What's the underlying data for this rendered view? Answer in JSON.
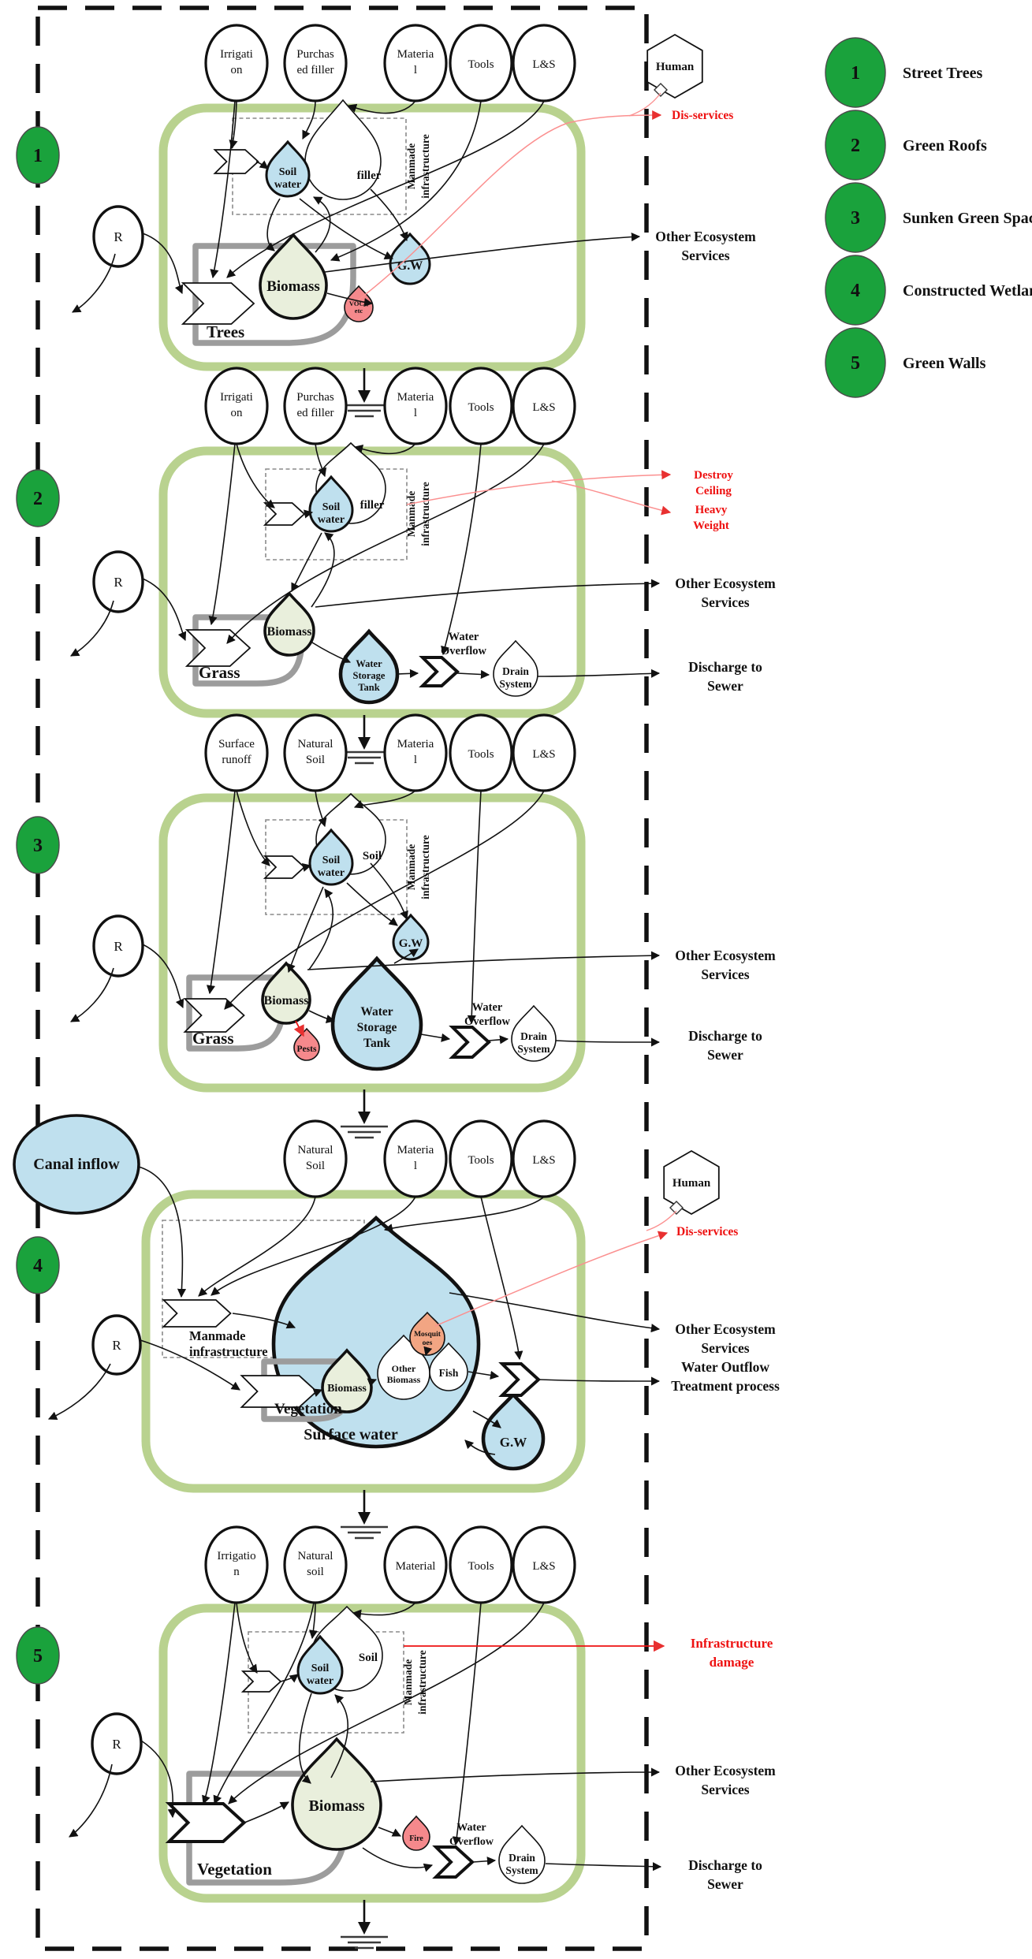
{
  "colors": {
    "green_box": "#b9d28f",
    "legend_green": "#1aa23c",
    "storage_blue": "#bfe0ee",
    "biomass_green": "#e9efdc",
    "disservice_red": "#f5898c",
    "mosquito_orange": "#f2a583",
    "warning_red": "#ee1111",
    "pink_line": "#fb9090",
    "gray_box": "#9c9c9c"
  },
  "legend": {
    "items": [
      {
        "num": "1",
        "label": "Street Trees"
      },
      {
        "num": "2",
        "label": "Green Roofs"
      },
      {
        "num": "3",
        "label": "Sunken Green Spaces"
      },
      {
        "num": "4",
        "label": "Constructed Wetland"
      },
      {
        "num": "5",
        "label": "Green Walls"
      }
    ]
  },
  "s1": {
    "num": "1",
    "src1a": "Irrigati",
    "src1b": "on",
    "src2a": "Purchas",
    "src2b": "ed filler",
    "src3a": "Materia",
    "src3b": "l",
    "src4": "Tools",
    "src5": "L&S",
    "r": "R",
    "soilwater_a": "Soil",
    "soilwater_b": "water",
    "filler": "filler",
    "manmade_a": "Manmade",
    "manmade_b": "infrastructure",
    "gw": "G.W",
    "biomass": "Biomass",
    "box": "Trees",
    "vocs_a": "VOCs,",
    "vocs_b": "etc",
    "human": "Human",
    "disservices": "Dis-services",
    "oes_a": "Other Ecosystem",
    "oes_b": "Services"
  },
  "s2": {
    "num": "2",
    "src1a": "Irrigati",
    "src1b": "on",
    "src2a": "Purchas",
    "src2b": "ed filler",
    "src3a": "Materia",
    "src3b": "l",
    "src4": "Tools",
    "src5": "L&S",
    "r": "R",
    "soilwater_a": "Soil",
    "soilwater_b": "water",
    "filler": "filler",
    "manmade_a": "Manmade",
    "manmade_b": "infrastructure",
    "biomass": "Biomass",
    "box": "Grass",
    "wst_a": "Water",
    "wst_b": "Storage",
    "wst_c": "Tank",
    "ovf_a": "Water",
    "ovf_b": "Overflow",
    "drain_a": "Drain",
    "drain_b": "System",
    "red1a": "Destroy",
    "red1b": "Ceiling",
    "red2a": "Heavy",
    "red2b": "Weight",
    "oes_a": "Other Ecosystem",
    "oes_b": "Services",
    "dis_a": "Discharge to",
    "dis_b": "Sewer"
  },
  "s3": {
    "num": "3",
    "src1a": "Surface",
    "src1b": "runoff",
    "src2a": "Natural",
    "src2b": "Soil",
    "src3a": "Materia",
    "src3b": "l",
    "src4": "Tools",
    "src5": "L&S",
    "r": "R",
    "soilwater_a": "Soil",
    "soilwater_b": "water",
    "soil": "Soil",
    "manmade_a": "Manmade",
    "manmade_b": "infrastructure",
    "gw": "G.W",
    "biomass": "Biomass",
    "box": "Grass",
    "pests": "Pests",
    "wst_a": "Water",
    "wst_b": "Storage",
    "wst_c": "Tank",
    "ovf_a": "Water",
    "ovf_b": "Overflow",
    "drain_a": "Drain",
    "drain_b": "System",
    "oes_a": "Other Ecosystem",
    "oes_b": "Services",
    "dis_a": "Discharge to",
    "dis_b": "Sewer"
  },
  "s4": {
    "num": "4",
    "canal": "Canal inflow",
    "src2a": "Natural",
    "src2b": "Soil",
    "src3a": "Materia",
    "src3b": "l",
    "src4": "Tools",
    "src5": "L&S",
    "r": "R",
    "manmade_a": "Manmade",
    "manmade_b": "infrastructure",
    "biomass": "Biomass",
    "box": "Vegetation",
    "sw": "Surface water",
    "ob_a": "Other",
    "ob_b": "Biomass",
    "fish": "Fish",
    "mosq_a": "Mosquit",
    "mosq_b": "oes",
    "gw": "G.W",
    "human": "Human",
    "disservices": "Dis-services",
    "oes_a": "Other Ecosystem",
    "oes_b": "Services",
    "outflow": "Water Outflow",
    "treatment": "Treatment process"
  },
  "s5": {
    "num": "5",
    "src1a": "Irrigatio",
    "src1b": "n",
    "src2a": "Natural",
    "src2b": "soil",
    "src3": "Material",
    "src4": "Tools",
    "src5": "L&S",
    "r": "R",
    "soilwater_a": "Soil",
    "soilwater_b": "water",
    "soil": "Soil",
    "manmade_a": "Manmade",
    "manmade_b": "infrastructure",
    "biomass": "Biomass",
    "box": "Vegetation",
    "fire": "Fire",
    "ovf_a": "Water",
    "ovf_b": "Overflow",
    "drain_a": "Drain",
    "drain_b": "System",
    "infra_a": "Infrastructure",
    "infra_b": "damage",
    "oes_a": "Other Ecosystem",
    "oes_b": "Services",
    "dis_a": "Discharge to",
    "dis_b": "Sewer"
  }
}
